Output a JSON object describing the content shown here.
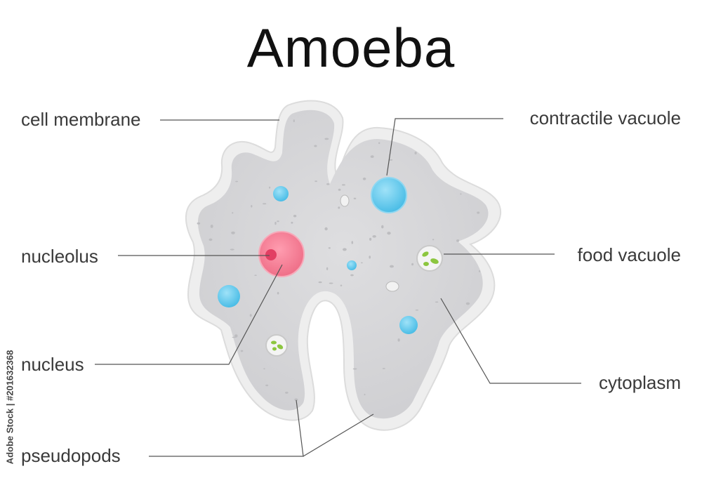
{
  "title": "Amoeba",
  "labels": {
    "cell_membrane": "cell membrane",
    "nucleolus": "nucleolus",
    "nucleus": "nucleus",
    "pseudopods": "pseudopods",
    "contractile_vacuole": "contractile vacuole",
    "food_vacuole": "food vacuole",
    "cytoplasm": "cytoplasm"
  },
  "credit": "Adobe Stock | #201632368",
  "colors": {
    "membrane": "#ebebeb",
    "cytoplasm": "#d6d6d8",
    "nucleus": "#f37f95",
    "nucleolus": "#e23f63",
    "vacuole": "#58c8ec",
    "food": "#8cc63f",
    "line": "#555555"
  }
}
